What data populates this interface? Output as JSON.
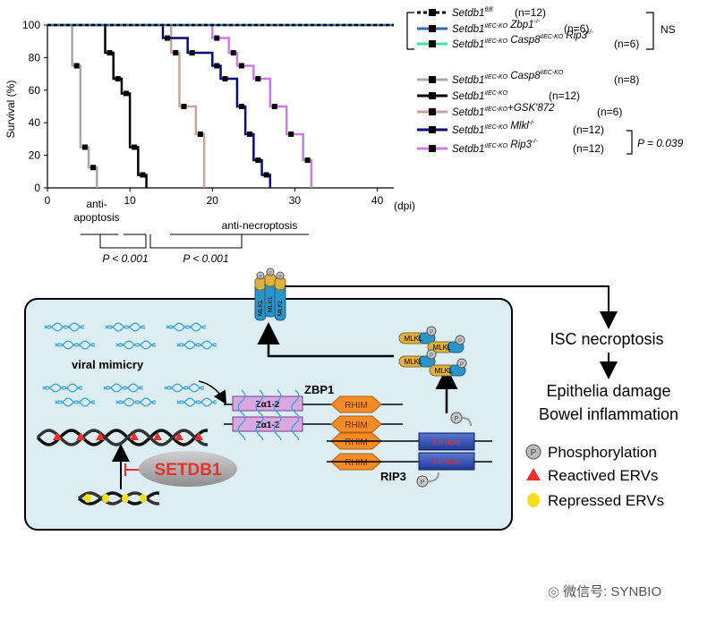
{
  "chart_data": {
    "type": "line",
    "subtype": "kaplan-meier survival",
    "ylabel": "Survival (%)",
    "xlabel": "(dpi)",
    "xlim": [
      0,
      42
    ],
    "ylim": [
      0,
      100
    ],
    "x_ticks": [
      0,
      10,
      20,
      30,
      40
    ],
    "y_ticks": [
      0,
      20,
      40,
      60,
      80,
      100
    ],
    "series": [
      {
        "id": "fl",
        "genotype": "Setdb1",
        "sup": "fl/fl",
        "rest": "",
        "n": "(n=12)",
        "color": "#000000",
        "dashed": true,
        "steps": [
          [
            0,
            100
          ],
          [
            42,
            100
          ]
        ]
      },
      {
        "id": "zbp1",
        "genotype": "Setdb1",
        "sup": "iIEC-KO",
        "rest": " Zbp1",
        "rest_sup": "-/-",
        "n": "(n=6)",
        "color": "#2c6db2",
        "steps": [
          [
            0,
            100
          ],
          [
            42,
            100
          ]
        ]
      },
      {
        "id": "casp8rip3",
        "genotype": "Setdb1",
        "sup": "iIEC-KO",
        "rest": " Casp8",
        "rest_sup": "iIEC-KO",
        "rest2": " Rip3",
        "rest2_sup": "-/-",
        "n": "(n=6)",
        "color": "#40e0b0",
        "steps": [
          [
            0,
            100
          ],
          [
            42,
            100
          ]
        ]
      },
      {
        "id": "casp8",
        "genotype": "Setdb1",
        "sup": "iIEC-KO",
        "rest": " Casp8",
        "rest_sup": "iIEC-KO",
        "n": "(n=8)",
        "color": "#a8a8a8",
        "steps": [
          [
            0,
            100
          ],
          [
            3,
            100
          ],
          [
            3,
            75
          ],
          [
            4,
            75
          ],
          [
            4,
            25
          ],
          [
            5,
            25
          ],
          [
            5,
            12.5
          ],
          [
            6,
            12.5
          ],
          [
            6,
            0
          ]
        ]
      },
      {
        "id": "ko",
        "genotype": "Setdb1",
        "sup": "iIEC-KO",
        "rest": "",
        "n": "(n=12)",
        "color": "#000000",
        "steps": [
          [
            0,
            100
          ],
          [
            7,
            100
          ],
          [
            7,
            83
          ],
          [
            8,
            83
          ],
          [
            8,
            67
          ],
          [
            9,
            67
          ],
          [
            9,
            58
          ],
          [
            10,
            58
          ],
          [
            10,
            25
          ],
          [
            11,
            25
          ],
          [
            11,
            8
          ],
          [
            12,
            8
          ],
          [
            12,
            0
          ]
        ]
      },
      {
        "id": "gsk",
        "genotype": "Setdb1",
        "sup": "iIEC-KO",
        "rest": "+GSK'872",
        "n": "(n=6)",
        "color": "#c9a49f",
        "steps": [
          [
            0,
            100
          ],
          [
            15,
            100
          ],
          [
            15,
            83
          ],
          [
            16,
            83
          ],
          [
            16,
            50
          ],
          [
            18,
            50
          ],
          [
            18,
            33
          ],
          [
            19,
            33
          ],
          [
            19,
            0
          ]
        ]
      },
      {
        "id": "mlkl",
        "genotype": "Setdb1",
        "sup": "iIEC-KO",
        "rest": " Mlkl",
        "rest_sup": "-/-",
        "n": "(n=12)",
        "color": "#0a0a78",
        "steps": [
          [
            0,
            100
          ],
          [
            14,
            100
          ],
          [
            14,
            92
          ],
          [
            17,
            92
          ],
          [
            17,
            83
          ],
          [
            20,
            83
          ],
          [
            20,
            75
          ],
          [
            21,
            75
          ],
          [
            21,
            67
          ],
          [
            23,
            67
          ],
          [
            23,
            50
          ],
          [
            24,
            50
          ],
          [
            24,
            33
          ],
          [
            25,
            33
          ],
          [
            25,
            17
          ],
          [
            26,
            17
          ],
          [
            26,
            8
          ],
          [
            27,
            8
          ],
          [
            27,
            0
          ]
        ]
      },
      {
        "id": "rip3",
        "genotype": "Setdb1",
        "sup": "iIEC-KO",
        "rest": " Rip3",
        "rest_sup": "-/-",
        "n": "(n=12)",
        "color": "#cc7de0",
        "steps": [
          [
            0,
            100
          ],
          [
            20,
            100
          ],
          [
            20,
            92
          ],
          [
            22,
            92
          ],
          [
            22,
            83
          ],
          [
            23,
            83
          ],
          [
            23,
            75
          ],
          [
            25,
            75
          ],
          [
            25,
            67
          ],
          [
            27,
            67
          ],
          [
            27,
            50
          ],
          [
            29,
            50
          ],
          [
            29,
            33
          ],
          [
            31,
            33
          ],
          [
            31,
            17
          ],
          [
            32,
            17
          ],
          [
            32,
            0
          ]
        ]
      }
    ],
    "legend": {
      "placement": "right",
      "ns_label": "NS",
      "p_label": "P = 0.039"
    },
    "annotations": {
      "anti_apoptosis": [
        "anti-",
        "apoptosis"
      ],
      "anti_necroptosis": "anti-necroptosis",
      "p1": "P < 0.001",
      "p2": "P < 0.001"
    }
  },
  "diagram": {
    "viral_mimicry": "viral mimicry",
    "setdb1": "SETDB1",
    "zbp1": "ZBP1",
    "za": "Zα1-2",
    "rhim": "RHIM",
    "rip3": "RIP3",
    "kinase": "Kinase",
    "mlkl": "MLKL",
    "p": "P",
    "isc_necroptosis": "ISC necroptosis",
    "epithelia_damage": "Epithelia damage",
    "bowel_inflammation": "Bowel inflammation",
    "key_phos": "Phosphorylation",
    "key_reactive": "Reactived ERVs",
    "key_repressed": "Repressed ERVs",
    "colors": {
      "panel_bg": "#dceef4",
      "rhim": "#f28c28",
      "za": "#d9a8e0",
      "kinase": "#2d4fb5",
      "mlkl_head": "#e0b040",
      "mlkl_tail": "#2b95c8",
      "setdb1_red": "#e8302c",
      "dna_blue": "#39a4e0"
    }
  },
  "watermark": "微信号: SYNBIO"
}
